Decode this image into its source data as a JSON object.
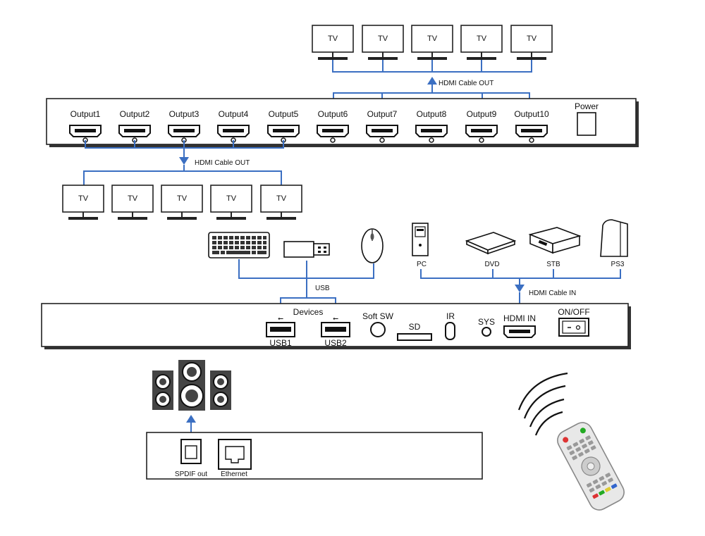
{
  "colors": {
    "wire": "#3b6fc2",
    "line": "#222222"
  },
  "tv_label": "TV",
  "top_unit": {
    "outputs": [
      "Output1",
      "Output2",
      "Output3",
      "Output4",
      "Output5",
      "Output6",
      "Output7",
      "Output8",
      "Output9",
      "Output10"
    ],
    "power_label": "Power"
  },
  "cables": {
    "hdmi_out_top": "HDMI Cable OUT",
    "hdmi_out_bottom": "HDMI Cable OUT",
    "usb": "USB",
    "hdmi_in": "HDMI Cable IN"
  },
  "sources": [
    "PC",
    "DVD",
    "STB",
    "PS3"
  ],
  "peripherals": [
    "keyboard-icon",
    "usb-stick-icon",
    "mouse-icon"
  ],
  "middle_unit": {
    "devices_label": "Devices",
    "usb1": "USB1",
    "usb2": "USB2",
    "soft_sw": "Soft SW",
    "sd": "SD",
    "ir": "IR",
    "sys": "SYS",
    "hdmi_in": "HDMI IN",
    "on_off": "ON/OFF"
  },
  "bottom_unit": {
    "spdif": "SPDIF out",
    "ethernet": "Ethernet"
  }
}
